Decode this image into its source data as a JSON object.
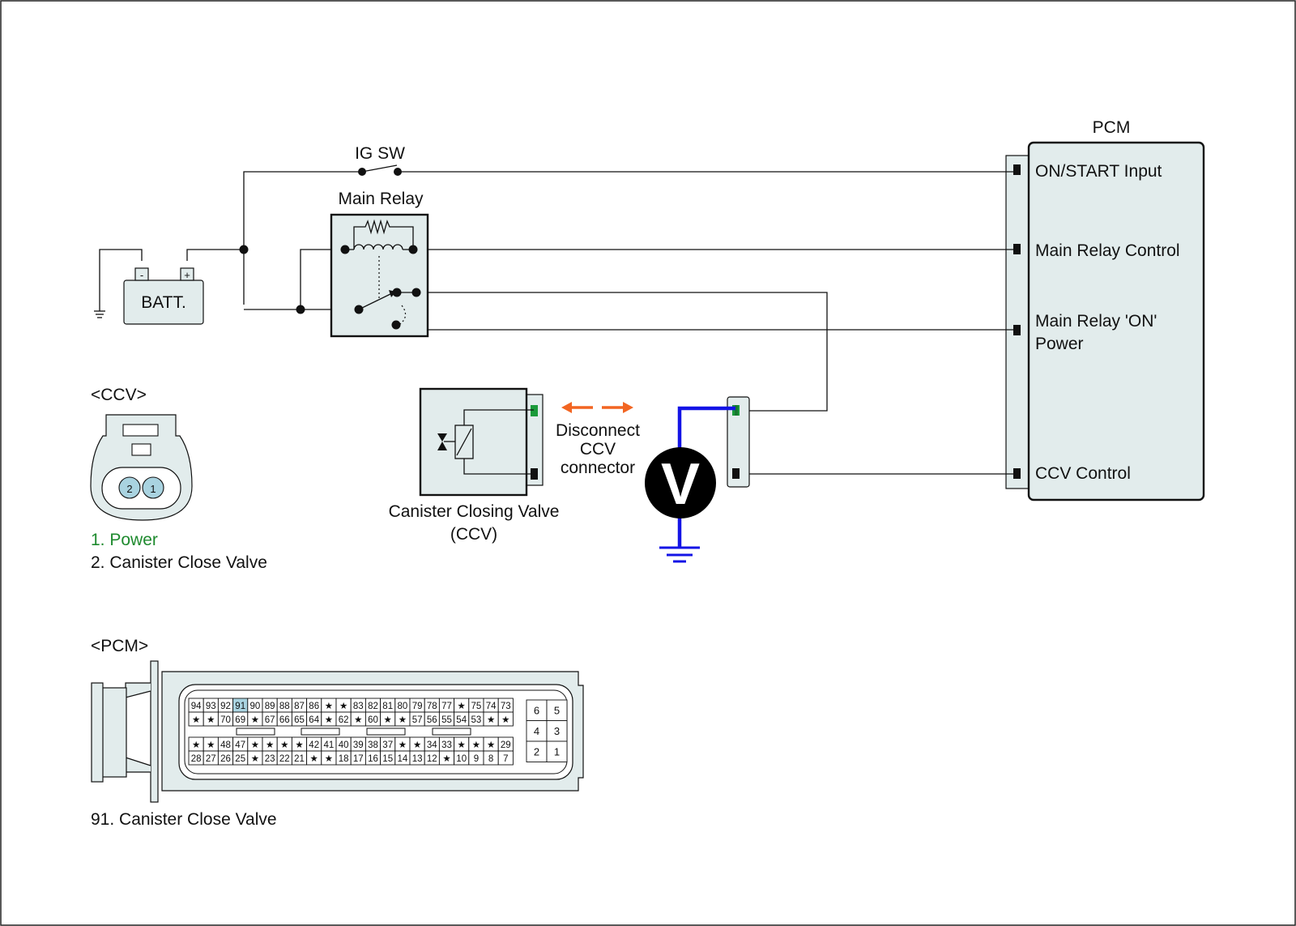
{
  "labels": {
    "pcm": "PCM",
    "ig_sw": "IG SW",
    "main_relay": "Main Relay",
    "batt": "BATT.",
    "batt_minus": "-",
    "batt_plus": "+",
    "ccv_tag": "<CCV>",
    "pcm_tag": "<PCM>",
    "ccv_name_line1": "Canister Closing Valve",
    "ccv_name_line2": "(CCV)",
    "disconnect_line1": "Disconnect",
    "disconnect_line2": "CCV",
    "disconnect_line3": "connector",
    "voltmeter": "V"
  },
  "pcm_terminals": [
    {
      "line1": "ON/START Input",
      "line2": ""
    },
    {
      "line1": "Main Relay Control",
      "line2": ""
    },
    {
      "line1": "Main Relay 'ON'",
      "line2": "Power"
    },
    {
      "line1": "CCV Control",
      "line2": ""
    }
  ],
  "ccv_connector": {
    "pins": [
      "2",
      "1"
    ],
    "legend": [
      "1. Power",
      "2. Canister Close Valve"
    ]
  },
  "pcm_connector": {
    "rows": [
      [
        "94",
        "93",
        "92",
        "91",
        "90",
        "89",
        "88",
        "87",
        "86",
        "★",
        "★",
        "83",
        "82",
        "81",
        "80",
        "79",
        "78",
        "77",
        "★",
        "75",
        "74",
        "73"
      ],
      [
        "★",
        "★",
        "70",
        "69",
        "★",
        "67",
        "66",
        "65",
        "64",
        "★",
        "62",
        "★",
        "60",
        "★",
        "★",
        "57",
        "56",
        "55",
        "54",
        "53",
        "★",
        "★"
      ],
      [
        "★",
        "★",
        "48",
        "47",
        "★",
        "★",
        "★",
        "★",
        "42",
        "41",
        "40",
        "39",
        "38",
        "37",
        "★",
        "★",
        "34",
        "33",
        "★",
        "★",
        "★",
        "29"
      ],
      [
        "28",
        "27",
        "26",
        "25",
        "★",
        "23",
        "22",
        "21",
        "★",
        "★",
        "18",
        "17",
        "16",
        "15",
        "14",
        "13",
        "12",
        "★",
        "10",
        "9",
        "8",
        "7"
      ]
    ],
    "side_pins": [
      [
        "6",
        "5"
      ],
      [
        "4",
        "3"
      ],
      [
        "2",
        "1"
      ]
    ],
    "highlight_pin": "91",
    "legend": "91. Canister Close Valve"
  },
  "colors": {
    "measure_wire": "#1414e6",
    "disconnect_arrow": "#f26522",
    "power_text": "#1e8a2e",
    "connector_fill": "#e2ecec",
    "highlight_pin": "#a9d3e0",
    "green_terminal": "#1a9a3a"
  }
}
